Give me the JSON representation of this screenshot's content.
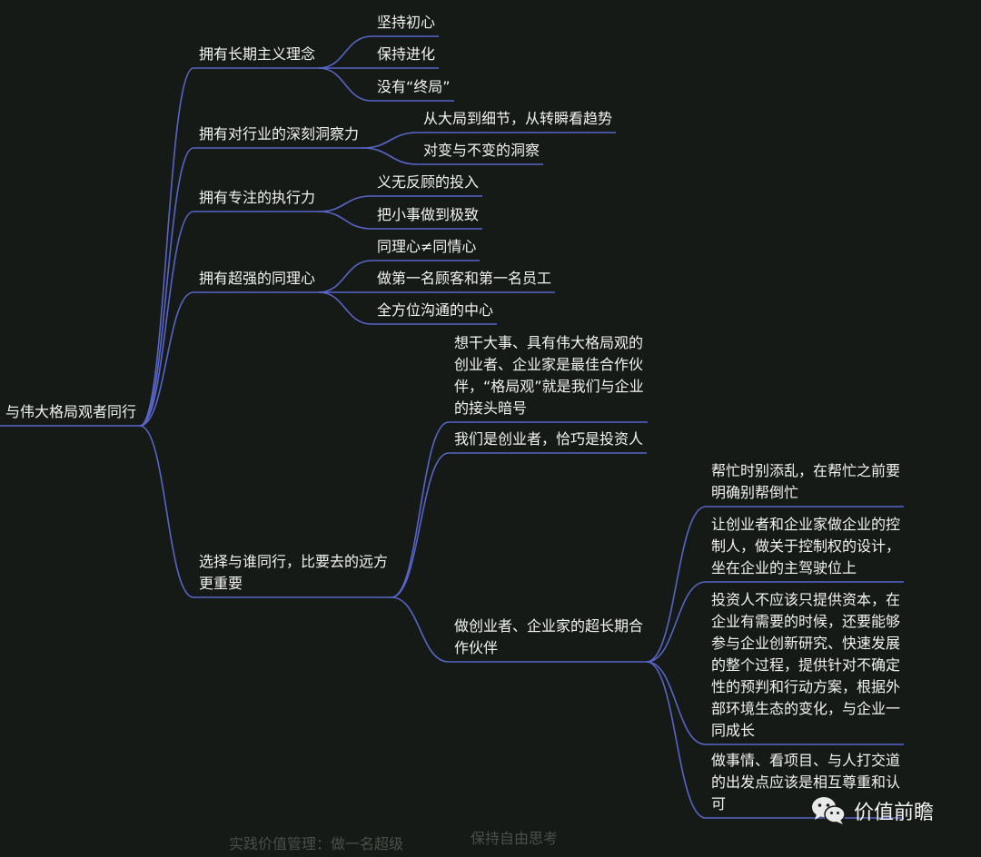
{
  "colors": {
    "line": "#5865c8",
    "background": "#161a16"
  },
  "mindmap": {
    "root": "与伟大格局观者同行",
    "branches": [
      {
        "label": "拥有长期主义理念",
        "children": [
          {
            "label": "坚持初心"
          },
          {
            "label": "保持进化"
          },
          {
            "label": "没有“终局”"
          }
        ]
      },
      {
        "label": "拥有对行业的深刻洞察力",
        "children": [
          {
            "label": "从大局到细节，从转瞬看趋势"
          },
          {
            "label": "对变与不变的洞察"
          }
        ]
      },
      {
        "label": "拥有专注的执行力",
        "children": [
          {
            "label": "义无反顾的投入"
          },
          {
            "label": "把小事做到极致"
          }
        ]
      },
      {
        "label": "拥有超强的同理心",
        "children": [
          {
            "label": "同理心≠同情心"
          },
          {
            "label": "做第一名顾客和第一名员工"
          },
          {
            "label": "全方位沟通的中心"
          }
        ]
      },
      {
        "label": "选择与谁同行，比要去的远方\n更重要",
        "children": [
          {
            "label": "想干大事、具有伟大格局观的\n创业者、企业家是最佳合作伙\n伴，“格局观”就是我们与企业\n的接头暗号"
          },
          {
            "label": "我们是创业者，恰巧是投资人"
          },
          {
            "label": "做创业者、企业家的超长期合\n作伙伴",
            "children": [
              {
                "label": "帮忙时别添乱，在帮忙之前要\n明确别帮倒忙"
              },
              {
                "label": "让创业者和企业家做企业的控\n制人，做关于控制权的设计，\n坐在企业的主驾驶位上"
              },
              {
                "label": "投资人不应该只提供资本，在\n企业有需要的时候，还要能够\n参与企业创新研究、快速发展\n的整个过程，提供针对不确定\n性的预判和行动方案，根据外\n部环境生态的变化，与企业一\n同成长"
              },
              {
                "label": "做事情、看项目、与人打交道\n的出发点应该是相互尊重和认\n可"
              }
            ]
          }
        ]
      }
    ]
  },
  "watermarks": {
    "left": "实践价值管理：做一名超级",
    "center": "保持自由思考"
  },
  "brand": {
    "name": "价值前瞻",
    "icon": "wechat-icon"
  }
}
